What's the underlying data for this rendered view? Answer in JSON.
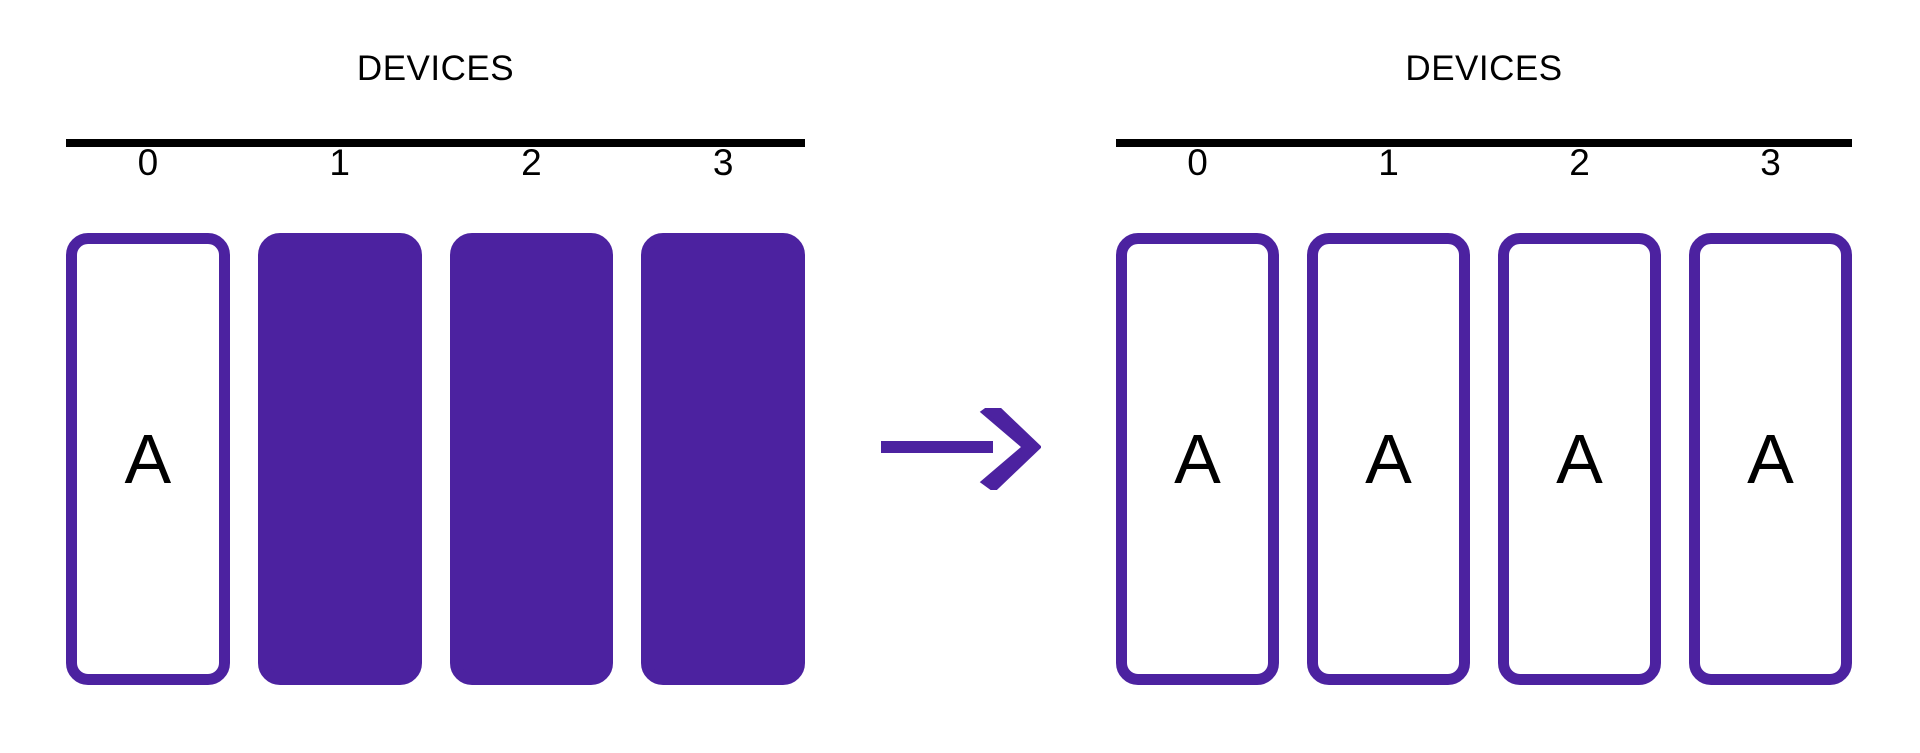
{
  "diagram": {
    "kind": "sharding-replication-diagram",
    "accent_color": "#4C22A0",
    "rule_color": "#000000",
    "background": "#ffffff",
    "arrow": {
      "name": "right-arrow",
      "glyph": "→",
      "color": "#4C22A0"
    },
    "panels": [
      {
        "id": "before",
        "title": "DEVICES",
        "index_labels": [
          "0",
          "1",
          "2",
          "3"
        ],
        "cells": [
          {
            "device": "0",
            "label": "A",
            "state": "occupied"
          },
          {
            "device": "1",
            "label": "",
            "state": "empty"
          },
          {
            "device": "2",
            "label": "",
            "state": "empty"
          },
          {
            "device": "3",
            "label": "",
            "state": "empty"
          }
        ]
      },
      {
        "id": "after",
        "title": "DEVICES",
        "index_labels": [
          "0",
          "1",
          "2",
          "3"
        ],
        "cells": [
          {
            "device": "0",
            "label": "A",
            "state": "occupied"
          },
          {
            "device": "1",
            "label": "A",
            "state": "occupied"
          },
          {
            "device": "2",
            "label": "A",
            "state": "occupied"
          },
          {
            "device": "3",
            "label": "A",
            "state": "occupied"
          }
        ]
      }
    ]
  }
}
